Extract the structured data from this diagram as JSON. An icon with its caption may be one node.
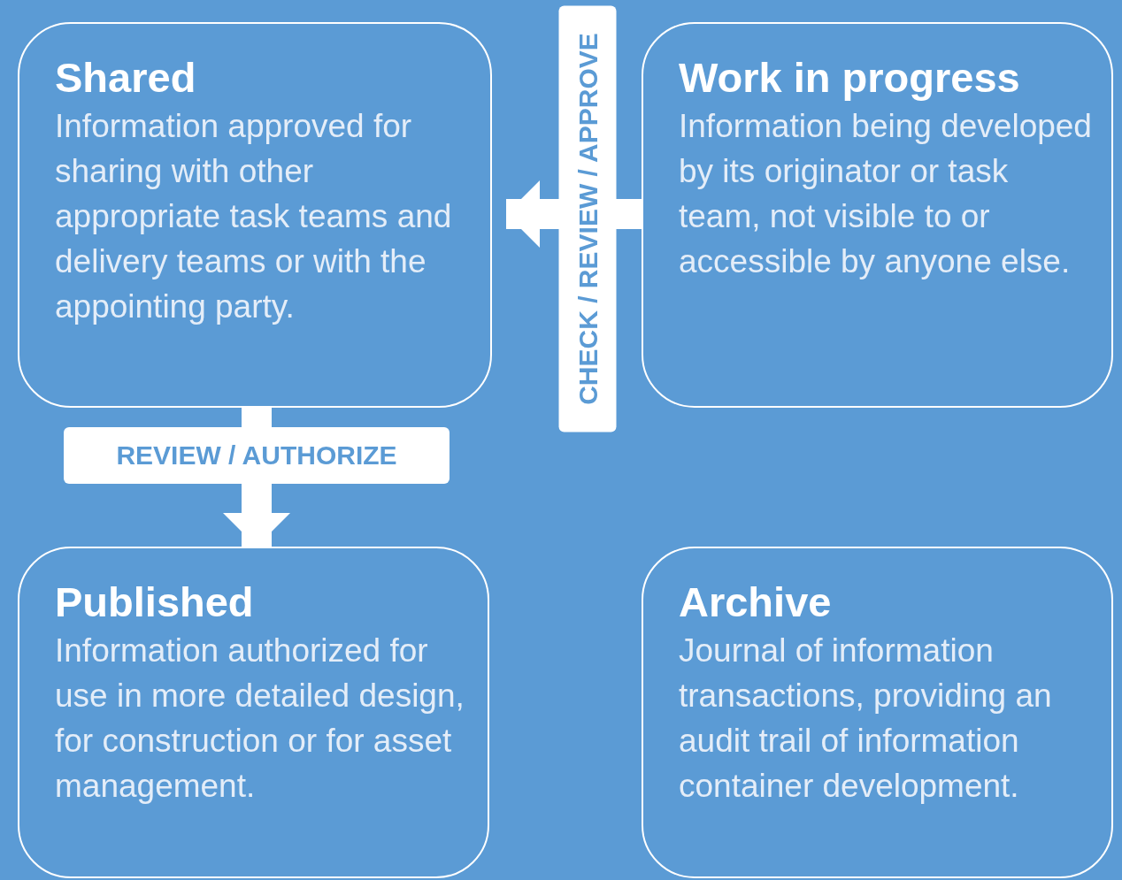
{
  "diagram": {
    "nodes": [
      {
        "text": [
          "Shared",
          "Information approved for sharing with other appropriate task teams and delivery teams or with the appointing party."
        ]
      },
      {
        "text": [
          "Work in progress",
          "Information being developed by its originator or task team, not visible to or accessible by anyone else."
        ]
      },
      {
        "text": [
          "Published",
          "Information authorized for use in more detailed design, for construction or for asset management."
        ]
      },
      {
        "text": [
          "Archive",
          "Journal of information transactions, providing an audit trail of information container development."
        ]
      }
    ],
    "edges": [
      {
        "from": 1,
        "to": 0,
        "arrow": "to",
        "label": "CHECK / REVIEW / APPROVE"
      },
      {
        "from": 0,
        "to": 2,
        "arrow": "to",
        "label": "REVIEW / AUTHORIZE"
      }
    ]
  }
}
